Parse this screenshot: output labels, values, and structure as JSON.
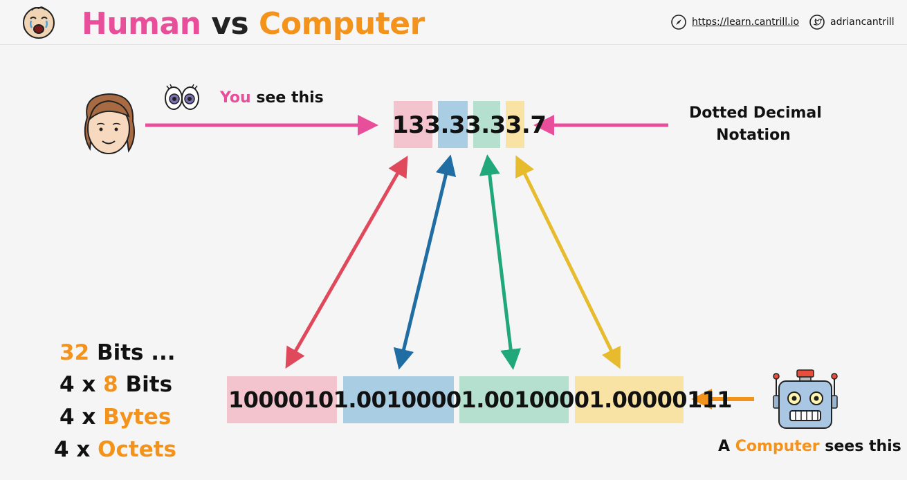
{
  "header": {
    "title_part1": "Human",
    "title_part2": "vs",
    "title_part3": "Computer",
    "website": "https://learn.cantrill.io",
    "twitter": "adriancantrill",
    "logo_icon": "crying-baby-face-icon",
    "website_icon": "compass-icon",
    "twitter_icon": "twitter-bird-icon"
  },
  "human_side": {
    "you_word": "You",
    "see_this": "see this",
    "avatar_icon": "woman-face-icon",
    "eyes_icon": "eyes-icon"
  },
  "notation_label": {
    "line1": "Dotted Decimal",
    "line2": "Notation"
  },
  "ip": {
    "dotted_decimal": "133.33.33.7",
    "binary": "10000101.00100001.00100001.00000111"
  },
  "bits_list": {
    "l1_num": "32",
    "l1_rest": "Bits ...",
    "l2_pre": "4 x",
    "l2_num": "8",
    "l2_rest": "Bits",
    "l3_pre": "4 x",
    "l3_word": "Bytes",
    "l4_pre": "4 x",
    "l4_word": "Octets"
  },
  "computer_side": {
    "a_word": "A",
    "computer_word": "Computer",
    "sees_this": "sees this",
    "robot_icon": "robot-face-icon"
  },
  "colors": {
    "pink": "#e84e9a",
    "orange": "#f4931c",
    "octet1": "#f3c4ce",
    "octet2": "#a9cde2",
    "octet3": "#b5e0cf",
    "octet4": "#f8e2a4",
    "arrow1": "#e0485c",
    "arrow2": "#1f6da3",
    "arrow3": "#20a77a",
    "arrow4": "#e6bb2e"
  }
}
